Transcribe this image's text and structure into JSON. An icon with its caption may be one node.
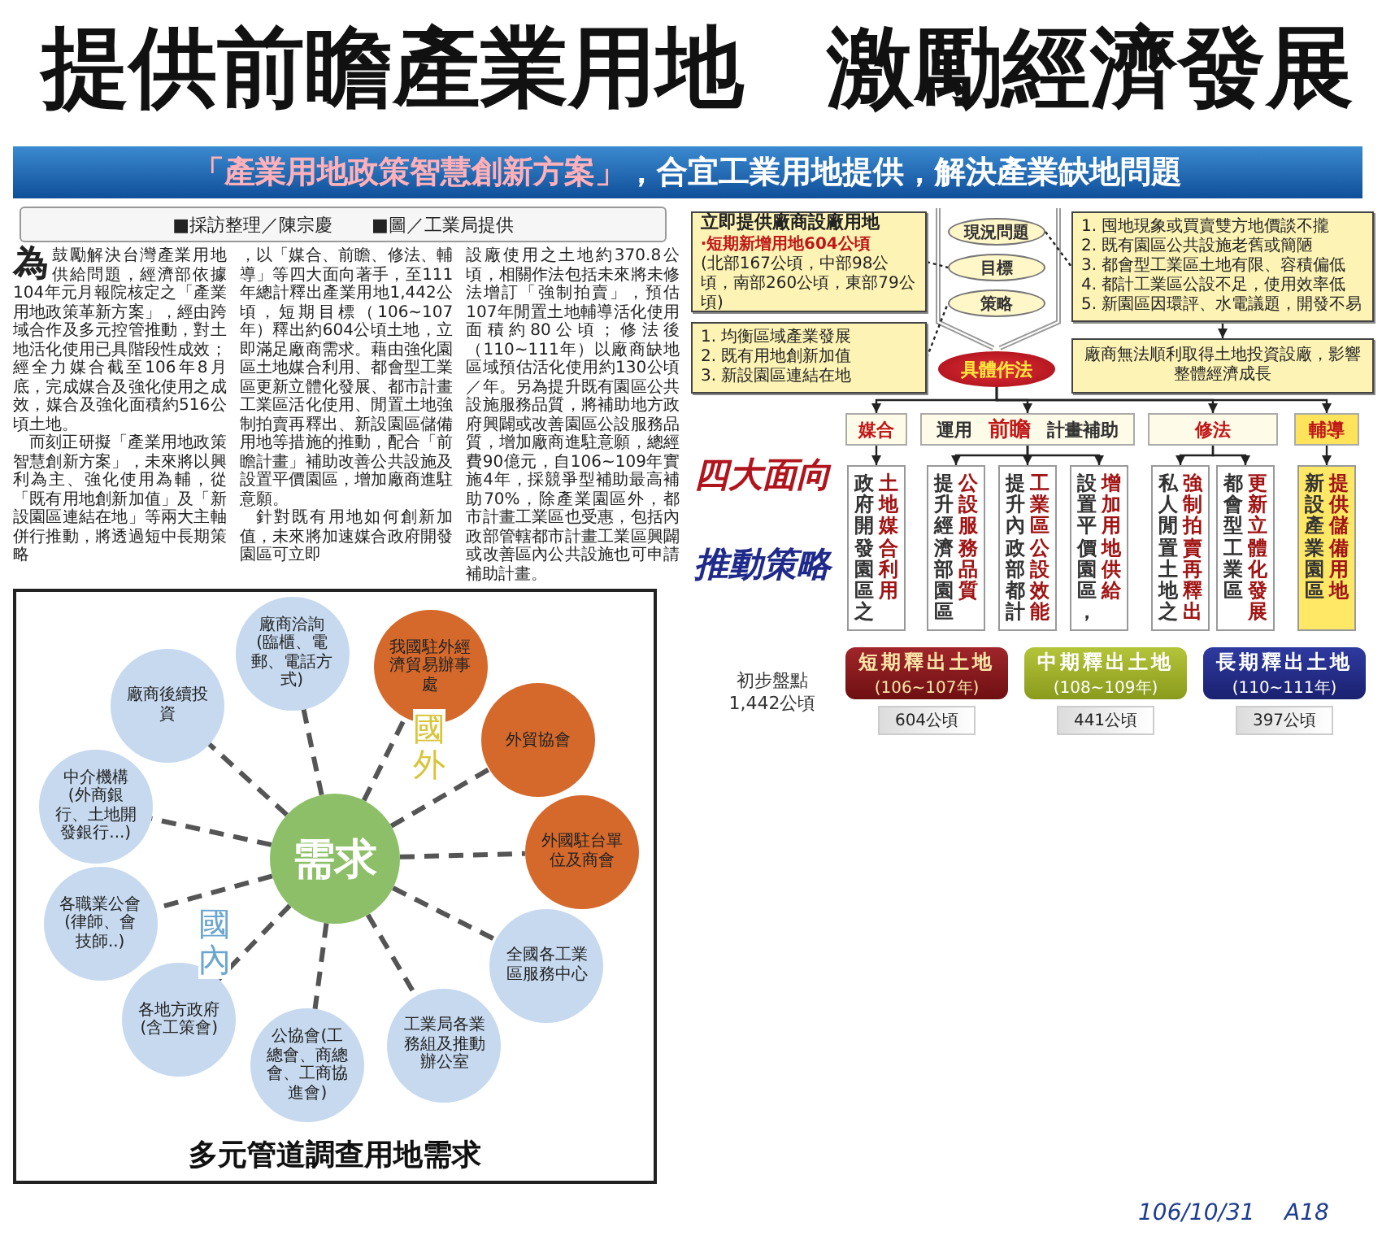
{
  "diagram": {
    "title": "提供前瞻產業用地 激勵經濟發展",
    "nodes": [
      {
        "text": [
          "立即提供廠商設廠用地",
          "‧短期新增用地604公頃",
          "(北部167公頃，中部98公頃，南部260公頃，東部79公頃)"
        ]
      },
      {
        "text": [
          "1. 均衡區域產業發展",
          "2. 既有用地創新加值",
          "3. 新設園區連結在地"
        ]
      },
      {
        "text": [
          "現況問題"
        ]
      },
      {
        "text": [
          "目標"
        ]
      },
      {
        "text": [
          "策略"
        ]
      },
      {
        "text": [
          "具體作法"
        ]
      },
      {
        "text": [
          "1. 囤地現象或買賣雙方地價談不攏",
          "2. 既有園區公共設施老舊或簡陋",
          "3. 都會型工業區土地有限、容積偏低",
          "4. 都計工業區公設不足，使用效率低",
          "5. 新園區因環評、水電議題，開發不易"
        ]
      },
      {
        "text": [
          "廠商無法順利取得土地投資設廠，影響整體經濟成長"
        ]
      },
      {
        "text": [
          "媒合"
        ]
      },
      {
        "text": [
          "運用",
          "前瞻",
          "計畫補助"
        ]
      },
      {
        "text": [
          "修法"
        ]
      },
      {
        "text": [
          "輔導"
        ]
      },
      {
        "text": [
          "政府開發園區之",
          "土地媒合利用"
        ]
      },
      {
        "text": [
          "提升經濟部園區",
          "公設服務品質"
        ]
      },
      {
        "text": [
          "提升內政部都計",
          "工業區公設效能"
        ]
      },
      {
        "text": [
          "設置平價園區，",
          "增加用地供給"
        ]
      },
      {
        "text": [
          "私人閒置土地之",
          "強制拍賣再釋出"
        ]
      },
      {
        "text": [
          "都會型工業區",
          "更新立體化發展"
        ]
      },
      {
        "text": [
          "新設產業園區",
          "提供儲備用地"
        ]
      },
      {
        "text": [
          "短期釋出土地",
          "(106~107年)"
        ]
      },
      {
        "text": [
          "中期釋出土地",
          "(108~109年)"
        ]
      },
      {
        "text": [
          "長期釋出土地",
          "(110~111年)"
        ]
      },
      {
        "text": [
          "604公頃"
        ]
      },
      {
        "text": [
          "441公頃"
        ]
      },
      {
        "text": [
          "397公頃"
        ]
      },
      {
        "text": [
          "需求"
        ]
      },
      {
        "text": [
          "廠商洽詢(臨櫃、電郵、電話方式)"
        ]
      },
      {
        "text": [
          "我國駐外經濟貿易辦事處"
        ]
      },
      {
        "text": [
          "外貿協會"
        ]
      },
      {
        "text": [
          "外國駐台單位及商會"
        ]
      },
      {
        "text": [
          "全國各工業區服務中心"
        ]
      },
      {
        "text": [
          "工業局各業務組及推動辦公室"
        ]
      },
      {
        "text": [
          "公協會(工總會、商總會、工商協進會)"
        ]
      },
      {
        "text": [
          "各地方政府(含工策會)"
        ]
      },
      {
        "text": [
          "各職業公會(律師、會技師..)"
        ]
      },
      {
        "text": [
          "中介機構(外商銀行、土地開發銀行...)"
        ]
      },
      {
        "text": [
          "廠商後續投資"
        ]
      }
    ],
    "edges": [
      {
        "from": 0,
        "to": 3,
        "arrow": "none",
        "style": "dashed"
      },
      {
        "from": 1,
        "to": 4,
        "arrow": "none",
        "style": "dashed"
      },
      {
        "from": 2,
        "to": 6,
        "arrow": "none",
        "style": "dashed"
      },
      {
        "from": 6,
        "to": 7,
        "arrow": "to"
      },
      {
        "from": 5,
        "to": 8,
        "arrow": "to"
      },
      {
        "from": 5,
        "to": 9,
        "arrow": "to"
      },
      {
        "from": 5,
        "to": 10,
        "arrow": "to"
      },
      {
        "from": 5,
        "to": 11,
        "arrow": "to"
      },
      {
        "from": 8,
        "to": 12,
        "arrow": "to"
      },
      {
        "from": 9,
        "to": 13,
        "arrow": "to"
      },
      {
        "from": 9,
        "to": 14,
        "arrow": "to"
      },
      {
        "from": 9,
        "to": 15,
        "arrow": "to"
      },
      {
        "from": 10,
        "to": 16,
        "arrow": "to"
      },
      {
        "from": 10,
        "to": 17,
        "arrow": "to"
      },
      {
        "from": 11,
        "to": 18,
        "arrow": "to"
      },
      {
        "from": 25,
        "to": 26,
        "arrow": "none",
        "style": "dashed"
      },
      {
        "from": 25,
        "to": 27,
        "arrow": "none",
        "style": "dashed"
      },
      {
        "from": 25,
        "to": 28,
        "arrow": "none",
        "style": "dashed"
      },
      {
        "from": 25,
        "to": 29,
        "arrow": "none",
        "style": "dashed"
      },
      {
        "from": 25,
        "to": 30,
        "arrow": "none",
        "style": "dashed"
      },
      {
        "from": 25,
        "to": 31,
        "arrow": "none",
        "style": "dashed"
      },
      {
        "from": 25,
        "to": 32,
        "arrow": "none",
        "style": "dashed"
      },
      {
        "from": 25,
        "to": 33,
        "arrow": "none",
        "style": "dashed"
      },
      {
        "from": 25,
        "to": 34,
        "arrow": "none",
        "style": "dashed"
      },
      {
        "from": 25,
        "to": 35,
        "arrow": "none",
        "style": "dashed"
      },
      {
        "from": 25,
        "to": 36,
        "arrow": "none",
        "style": "dashed"
      }
    ],
    "labels": [
      "「產業用地政策智慧創新方案」",
      "，合宜工業用地提供，解決產業缺地問題",
      "■採訪整理／陳宗慶",
      "■圖／工業局提供",
      "為鼓勵解決台灣產業用地供給問題，經濟部依據104年元月報院核定之「產業用地政策革新方案」，經由跨域合作及多元控管推動，對土地活化使用已具階段性成效；經全力媒合截至106年8月底，完成媒合及強化使用之成效，媒合及強化面積約516公頃土地。",
      "而刻正研擬「產業用地政策智慧創新方案」，未來將以興利為主、強化使用為輔，從「既有用地創新加值」及「新設園區連結在地」等兩大主軸併行推動，將透過短中長期策略",
      "，以「媒合、前瞻、修法、輔導」等四大面向著手，至111年總計釋出產業用地1,442公頃，短期目標（106~107年）釋出約604公頃土地，立即滿足廠商需求。藉由強化園區土地媒合利用、都會型工業區更新立體化發展、都市計畫工業區活化使用、閒置土地強制拍賣再釋出、新設園區儲備用地等措施的推動，配合「前瞻計畫」補助改善公共設施及設置平價園區，增加廠商進駐意願。",
      "針對既有用地如何創新加值，未來將加速媒合政府開發園區可立即",
      "設廠使用之土地約370.8公頃，相關作法包括未來將未修法增訂「強制拍賣」，預估107年閒置土地輔導活化使用面積約80公頃；修法後（110~111年）以廠商缺地區域預估活化使用約130公頃／年。另為提升既有園區公共設施服務品質，將補助地方政府興闢或改善園區公設服務品質，增加廠商進駐意願，總經費90億元，自106~109年實施4年，採競爭型補助最高補助70%，除產業園區外，都市計畫工業區也受惠，包括內政部管轄都市計畫工業區興闢或改善區內公共設施也可申請補助計畫。",
      "四大面向",
      "推動策略",
      "初步盤點 1,442公頃",
      "國外",
      "國內",
      "多元管道調查用地需求",
      "106/10/31",
      "A18"
    ]
  }
}
